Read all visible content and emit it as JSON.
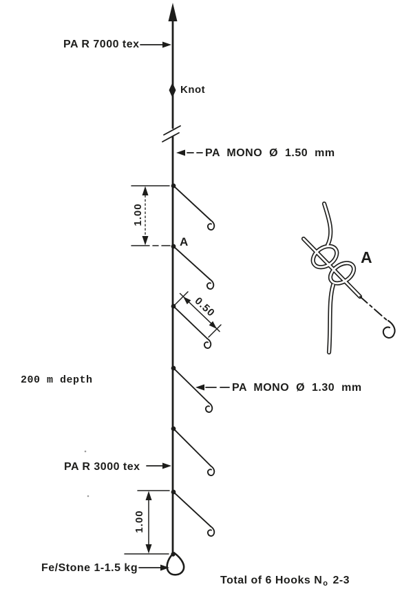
{
  "colors": {
    "ink": "#1d1d1b",
    "paper": "#ffffff"
  },
  "rig": {
    "top_line_label": "PA R 7000 tex",
    "knot_label": "Knot",
    "main_line_spec": "PA MONO Ø 1.50 mm",
    "upper_hook_spacing": "1.00",
    "junction_label": "A",
    "snood_length": "0.50",
    "depth_note": "200 m depth",
    "snood_spec": "PA MONO Ø 1.30 mm",
    "lower_line_label": "PA R 3000 tex",
    "lower_hook_spacing": "1.00",
    "sinker_label": "Fe/Stone 1-1.5 kg",
    "total_note_prefix": "Total of 6 Hooks N",
    "total_note_sub": "o",
    "total_note_suffix": " 2-3"
  },
  "knot_detail": {
    "label": "A"
  }
}
